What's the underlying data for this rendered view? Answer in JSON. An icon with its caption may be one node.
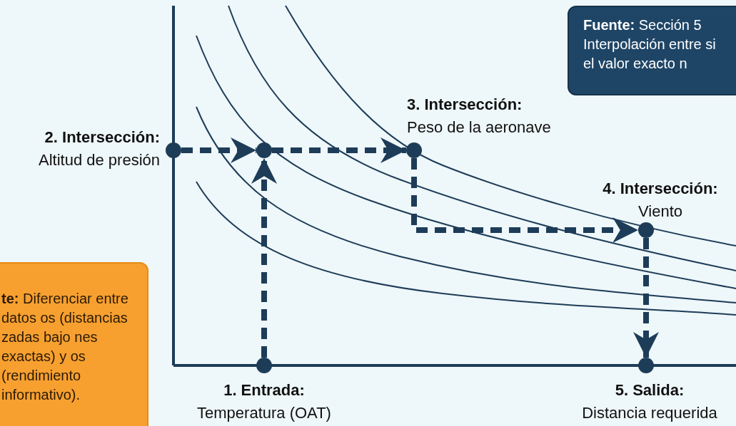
{
  "diagram": {
    "nodes": [
      {
        "text": [
          "**Fuente:** Sección 5 Interpolación entre si el valor exacto n"
        ]
      },
      {
        "text": [],
        "shape": "circle",
        "beside": [
          "3. Intersección:",
          "Peso de la aeronave"
        ]
      },
      {
        "text": [],
        "shape": "circle",
        "beside": [
          "2. Intersección:",
          "Altitud de presión"
        ]
      },
      {
        "text": [],
        "shape": "circle"
      },
      {
        "text": [],
        "shape": "circle",
        "beside": [
          "4. Intersección:",
          "Viento"
        ]
      },
      {
        "text": [
          "**te:** Diferenciar entre datos os (distancias zadas bajo nes exactas) y os (rendimiento informativo)."
        ]
      },
      {
        "text": [],
        "shape": "circle",
        "beside": [
          "1. Entrada:",
          "Temperatura (OAT)"
        ]
      },
      {
        "text": [],
        "shape": "circle",
        "beside": [
          "5. Salida:",
          "Distancia requerida"
        ]
      }
    ],
    "edges": [
      {
        "from": 6,
        "to": 3,
        "arrow": "to",
        "style": "dashed"
      },
      {
        "from": 2,
        "to": 3,
        "arrow": "to",
        "style": "dashed"
      },
      {
        "from": 3,
        "to": 1,
        "arrow": "to",
        "style": "dashed"
      },
      {
        "from": 1,
        "to": 4,
        "arrow": "to",
        "style": "dashed"
      },
      {
        "from": 4,
        "to": 7,
        "arrow": "to",
        "style": "dashed"
      }
    ]
  }
}
